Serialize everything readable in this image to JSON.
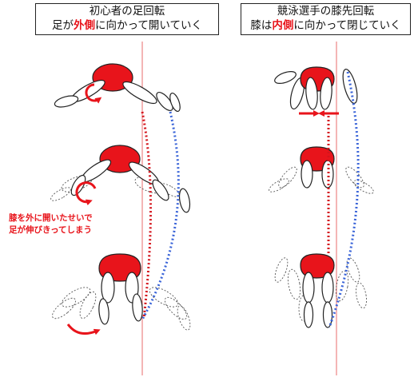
{
  "left_panel": {
    "title_line1": "初心者の足回転",
    "title_line2_pre": "足が",
    "title_line2_highlight": "外側",
    "title_line2_post": "に向かって開いていく",
    "annotation_line1": "膝を外に開いたせいで",
    "annotation_line2": "足が伸びきってしまう"
  },
  "right_panel": {
    "title_line1": "競泳選手の膝先回転",
    "title_line2_pre": "膝は",
    "title_line2_highlight": "内側",
    "title_line2_post": "に向かって閉じていく"
  },
  "colors": {
    "highlight_red": "#e8141b",
    "trajectory_red": "#d4141c",
    "trajectory_blue": "#3a64d8",
    "guide_line": "#e86b6b"
  }
}
